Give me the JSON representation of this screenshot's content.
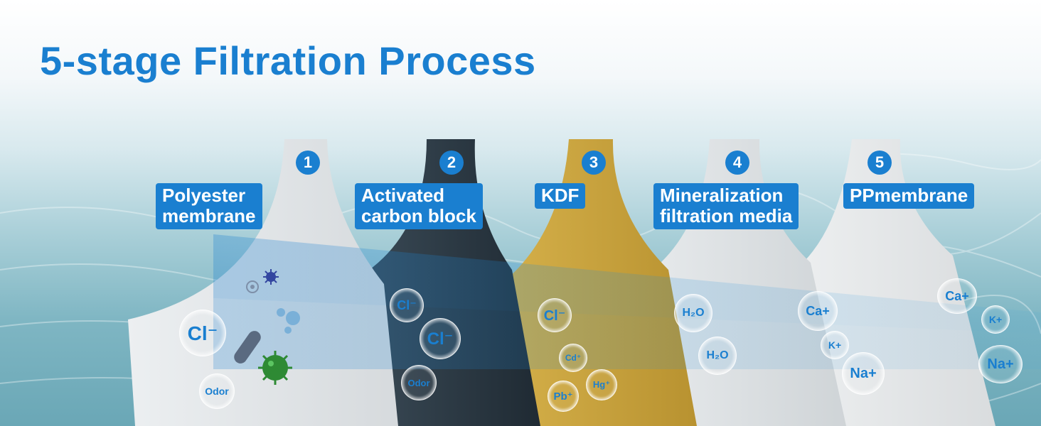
{
  "title": "5-stage Filtration Process",
  "colors": {
    "accent": "#1a7fd0",
    "badge_text": "#ffffff"
  },
  "stages": [
    {
      "number": "1",
      "label_line1": "Polyester",
      "label_line2": "membrane"
    },
    {
      "number": "2",
      "label_line1": "Activated",
      "label_line2": "carbon block"
    },
    {
      "number": "3",
      "label_line1": "KDF",
      "label_line2": ""
    },
    {
      "number": "4",
      "label_line1": "Mineralization",
      "label_line2": "filtration media"
    },
    {
      "number": "5",
      "label_line1": "PPmembrane",
      "label_line2": ""
    }
  ],
  "particles": {
    "cl": "Cl⁻",
    "odor": "Odor",
    "cd": "Cd⁺",
    "pb": "Pb⁺",
    "hg": "Hg⁺",
    "h2o": "H₂O",
    "ca": "Ca+",
    "k": "K+",
    "na": "Na+"
  },
  "icons": [
    "virus-icon",
    "bacteria-icon",
    "molecule-icon",
    "target-icon"
  ]
}
